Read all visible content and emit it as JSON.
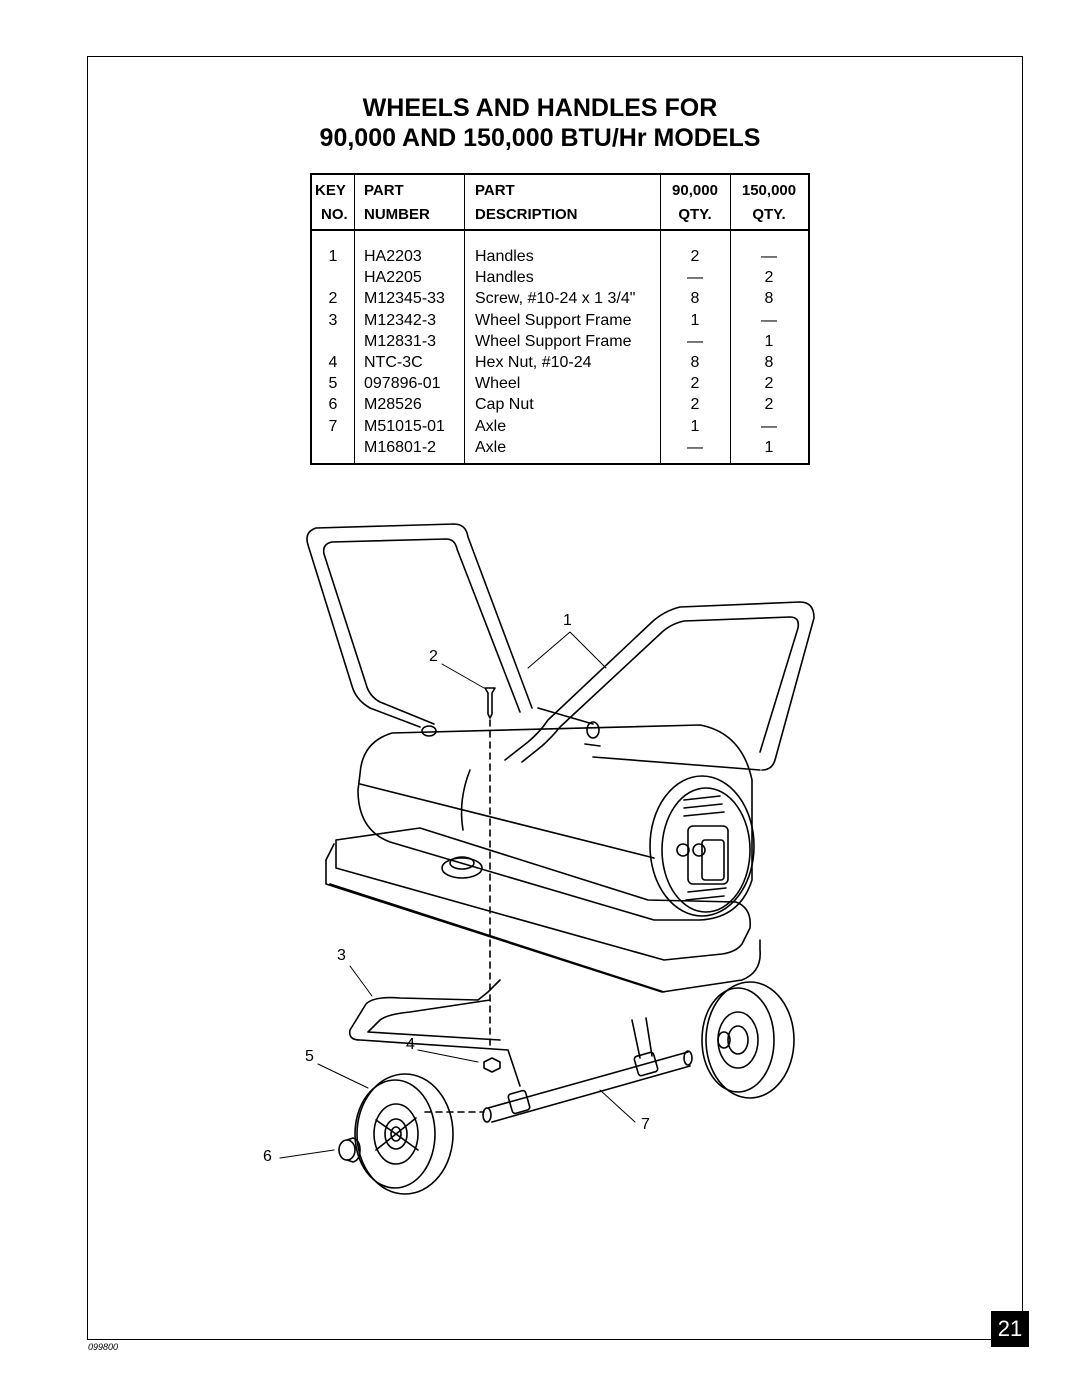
{
  "title_line1": "WHEELS AND HANDLES FOR",
  "title_line2": "90,000 AND 150,000 BTU/Hr MODELS",
  "table": {
    "headers": {
      "key_1": "KEY",
      "key_2": "NO.",
      "part_1": "PART",
      "part_2": "NUMBER",
      "desc_1": "PART",
      "desc_2": "DESCRIPTION",
      "q90_1": "90,000",
      "q90_2": "QTY.",
      "q150_1": "150,000",
      "q150_2": "QTY."
    },
    "rows": [
      {
        "key": "1",
        "part": "HA2203",
        "desc": "Handles",
        "q90": "2",
        "q150": "—"
      },
      {
        "key": "",
        "part": "HA2205",
        "desc": "Handles",
        "q90": "—",
        "q150": "2"
      },
      {
        "key": "2",
        "part": "M12345-33",
        "desc": "Screw, #10-24 x 1 3/4\"",
        "q90": "8",
        "q150": "8"
      },
      {
        "key": "3",
        "part": "M12342-3",
        "desc": "Wheel Support Frame",
        "q90": "1",
        "q150": "—"
      },
      {
        "key": "",
        "part": "M12831-3",
        "desc": "Wheel Support Frame",
        "q90": "—",
        "q150": "1"
      },
      {
        "key": "4",
        "part": "NTC-3C",
        "desc": "Hex Nut, #10-24",
        "q90": "8",
        "q150": "8"
      },
      {
        "key": "5",
        "part": "097896-01",
        "desc": "Wheel",
        "q90": "2",
        "q150": "2"
      },
      {
        "key": "6",
        "part": "M28526",
        "desc": "Cap Nut",
        "q90": "2",
        "q150": "2"
      },
      {
        "key": "7",
        "part": "M51015-01",
        "desc": "Axle",
        "q90": "1",
        "q150": "—"
      },
      {
        "key": "",
        "part": "M16801-2",
        "desc": "Axle",
        "q90": "—",
        "q150": "1"
      }
    ]
  },
  "callouts": {
    "c1": "1",
    "c2": "2",
    "c3": "3",
    "c4": "4",
    "c5": "5",
    "c6": "6",
    "c7": "7"
  },
  "page_number": "21",
  "doc_code": "099800"
}
